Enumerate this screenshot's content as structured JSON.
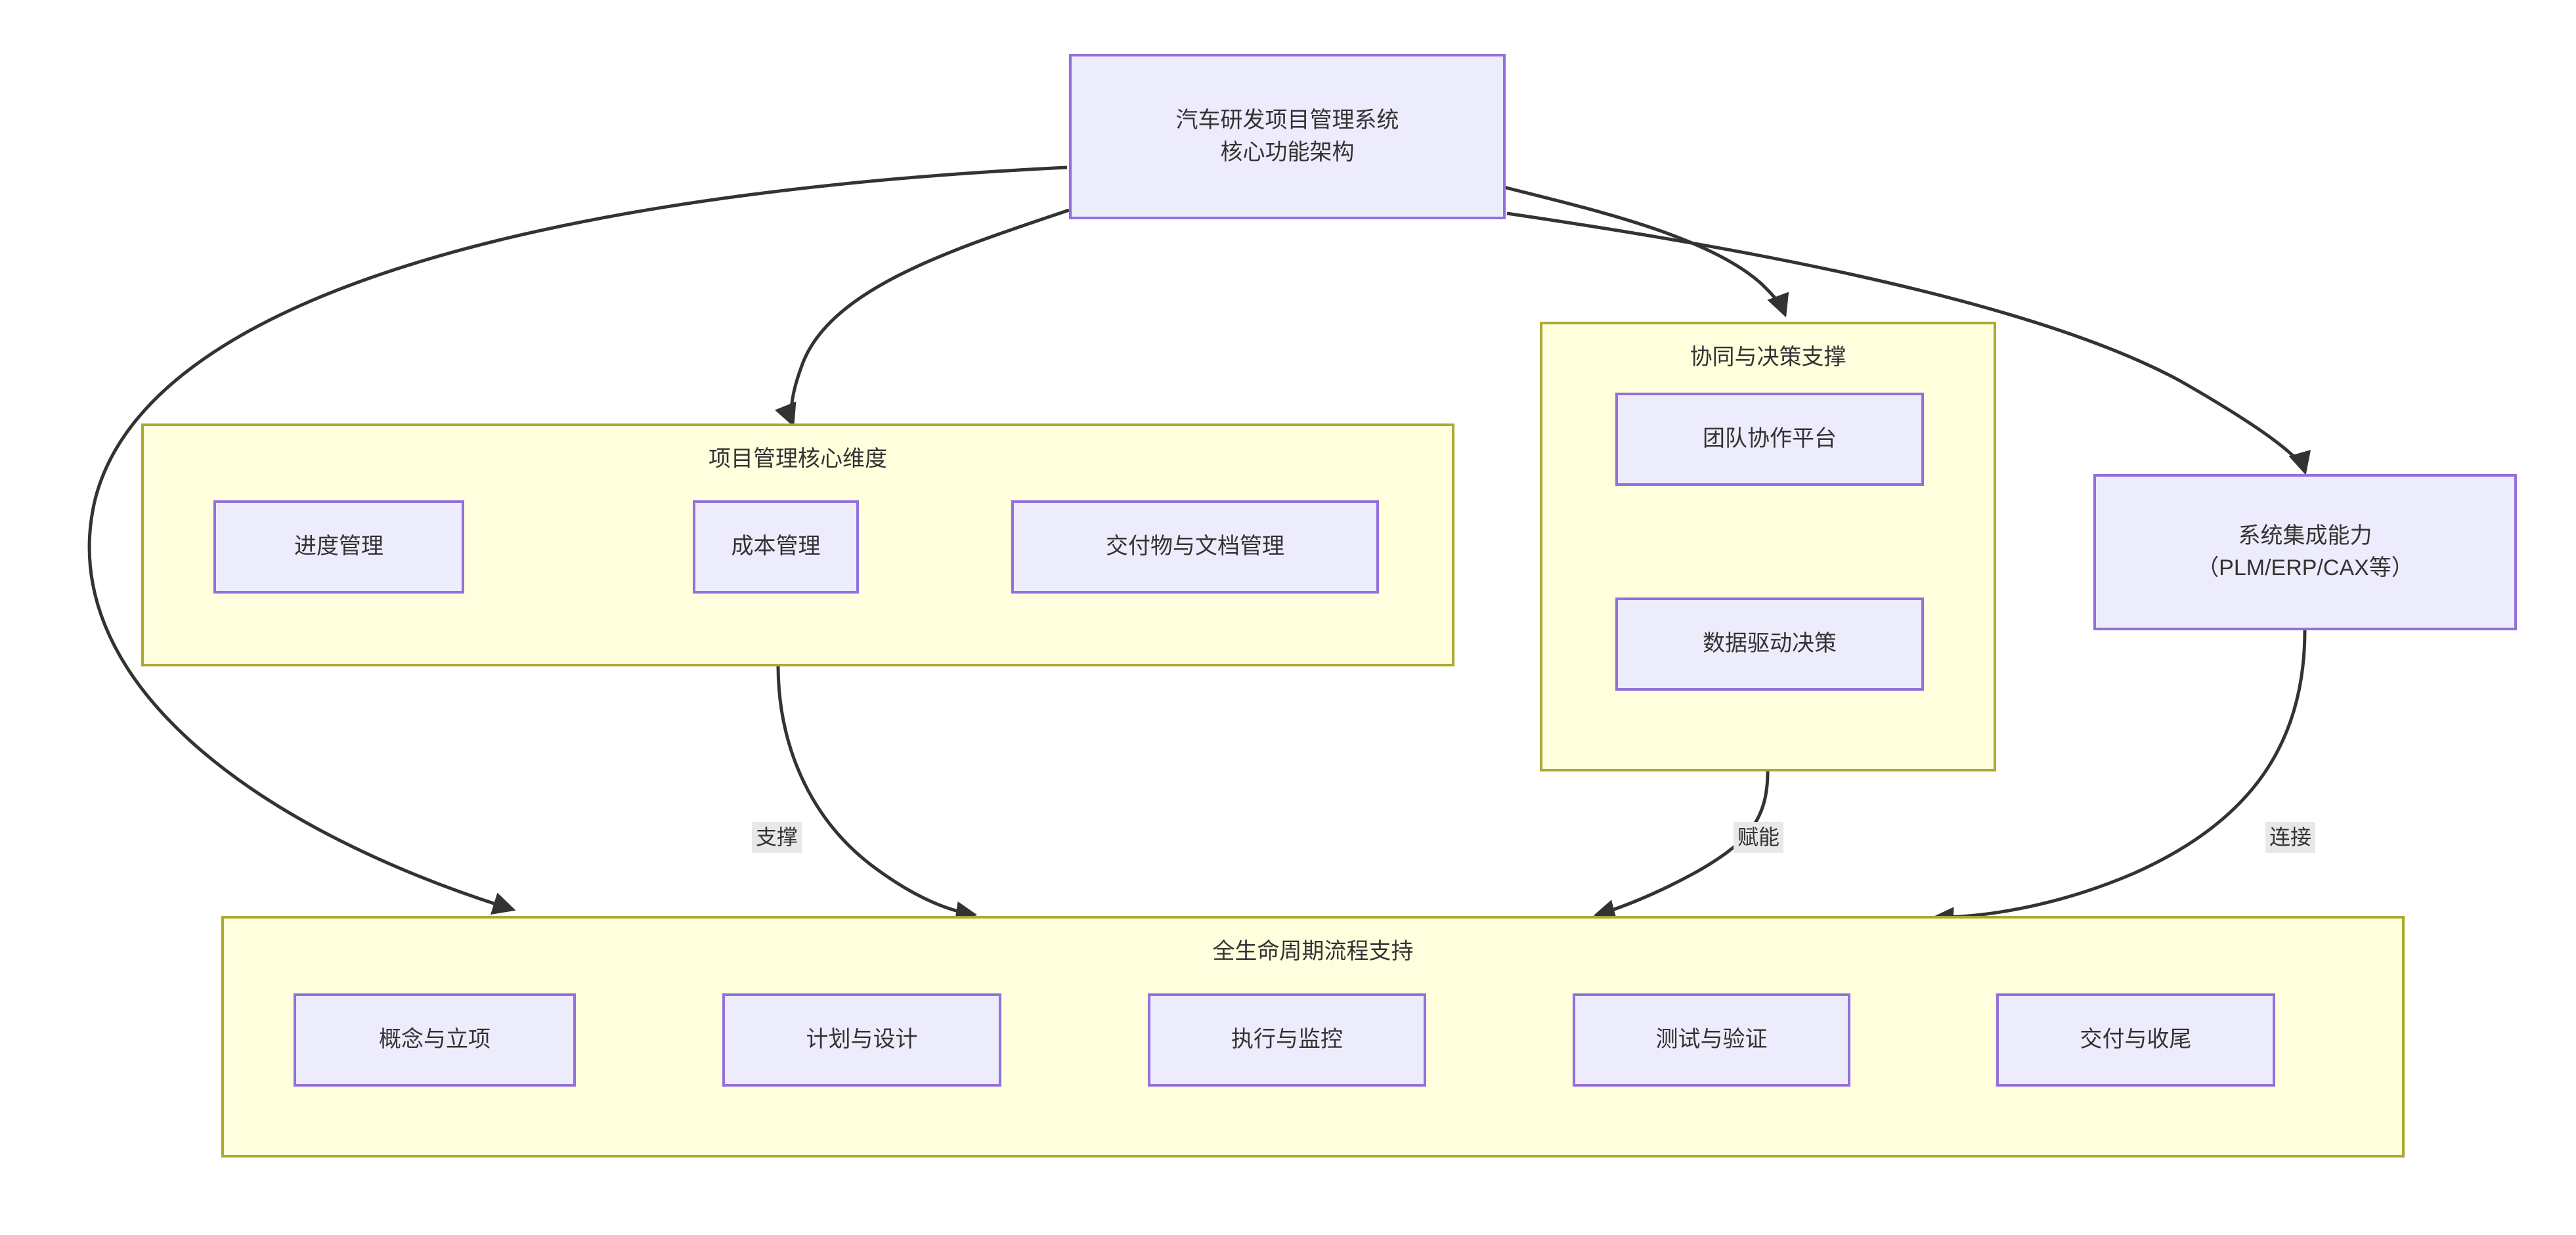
{
  "diagram": {
    "title_node": {
      "id": "root",
      "label": "汽车研发项目管理系统\n核心功能架构"
    },
    "clusters": [
      {
        "id": "core-dimensions",
        "title": "项目管理核心维度",
        "nodes": [
          {
            "id": "schedule",
            "label": "进度管理"
          },
          {
            "id": "cost",
            "label": "成本管理"
          },
          {
            "id": "deliverable",
            "label": "交付物与文档管理"
          }
        ]
      },
      {
        "id": "collab-decision",
        "title": "协同与决策支撑",
        "nodes": [
          {
            "id": "team-platform",
            "label": "团队协作平台"
          },
          {
            "id": "data-decision",
            "label": "数据驱动决策"
          }
        ]
      },
      {
        "id": "lifecycle",
        "title": "全生命周期流程支持",
        "nodes": [
          {
            "id": "concept",
            "label": "概念与立项"
          },
          {
            "id": "plan",
            "label": "计划与设计"
          },
          {
            "id": "execute",
            "label": "执行与监控"
          },
          {
            "id": "test",
            "label": "测试与验证"
          },
          {
            "id": "delivery",
            "label": "交付与收尾"
          }
        ]
      }
    ],
    "standalone_nodes": [
      {
        "id": "integration",
        "label": "系统集成能力\n（PLM/ERP/CAX等）"
      }
    ],
    "edge_labels": [
      {
        "id": "support",
        "label": "支撑"
      },
      {
        "id": "enable",
        "label": "赋能"
      },
      {
        "id": "connect",
        "label": "连接"
      }
    ],
    "colors": {
      "node_fill": "#ececfc",
      "node_stroke": "#9370db",
      "cluster_fill": "#ffffde",
      "cluster_stroke": "#aaaa33",
      "edge_stroke": "#333333",
      "edge_label_bg": "#e8e8e8",
      "text": "#333333",
      "canvas": "#ffffff"
    }
  }
}
